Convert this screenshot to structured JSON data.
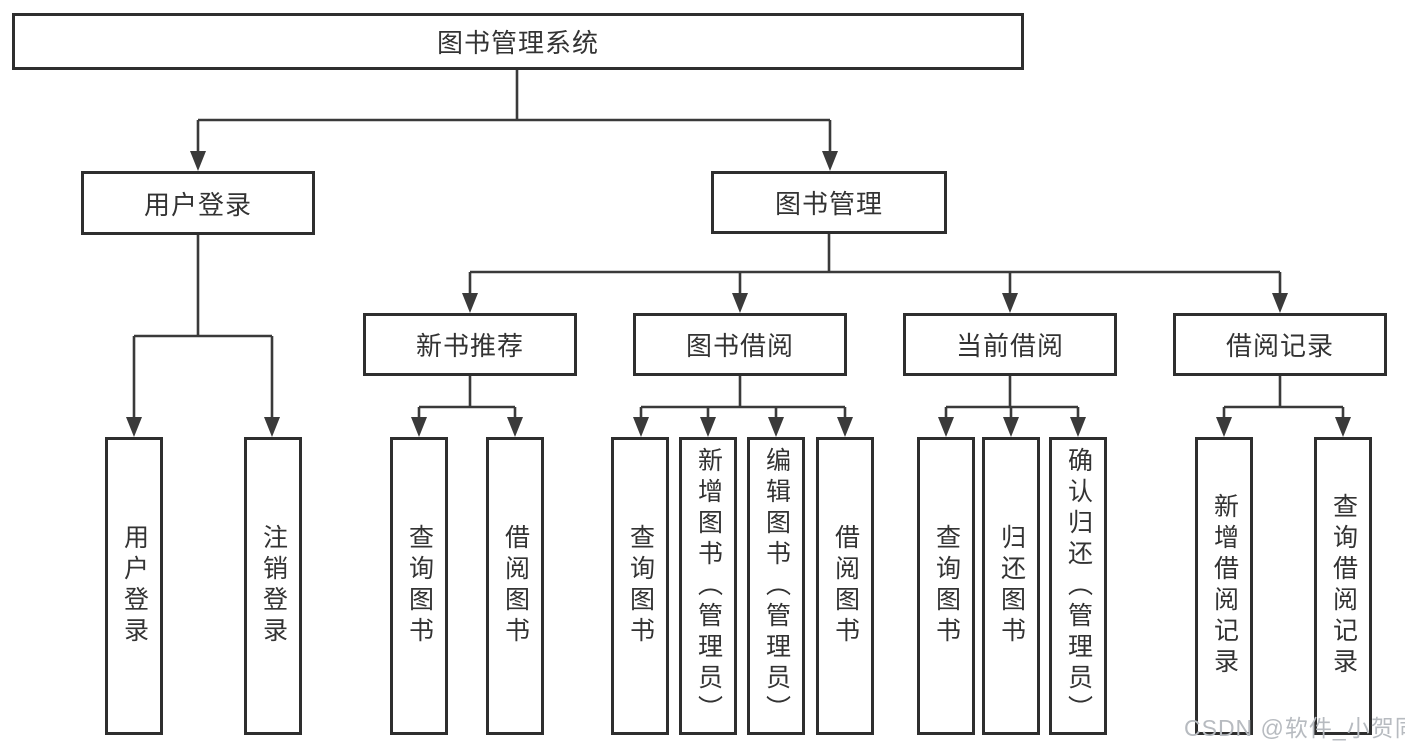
{
  "diagram": {
    "type": "hierarchy-flowchart",
    "root": {
      "label": "图书管理系统"
    },
    "branches": [
      {
        "label": "用户登录",
        "children": [
          {
            "label": "用户登录"
          },
          {
            "label": "注销登录"
          }
        ]
      },
      {
        "label": "图书管理",
        "children": [
          {
            "label": "新书推荐",
            "children": [
              {
                "label": "查询图书"
              },
              {
                "label": "借阅图书"
              }
            ]
          },
          {
            "label": "图书借阅",
            "children": [
              {
                "label": "查询图书"
              },
              {
                "label": "新增图书（管理员）"
              },
              {
                "label": "编辑图书（管理员）"
              },
              {
                "label": "借阅图书"
              }
            ]
          },
          {
            "label": "当前借阅",
            "children": [
              {
                "label": "查询图书"
              },
              {
                "label": "归还图书"
              },
              {
                "label": "确认归还（管理员）"
              }
            ]
          },
          {
            "label": "借阅记录",
            "children": [
              {
                "label": "新增借阅记录"
              },
              {
                "label": "查询借阅记录"
              }
            ]
          }
        ]
      }
    ]
  },
  "watermark": {
    "text": "CSDN @软件_小贺同学",
    "color": "#b7bbc0"
  },
  "colors": {
    "line": "#3a3a3a",
    "box_border": "#2e2e2e",
    "text": "#333333",
    "background": "#ffffff"
  }
}
